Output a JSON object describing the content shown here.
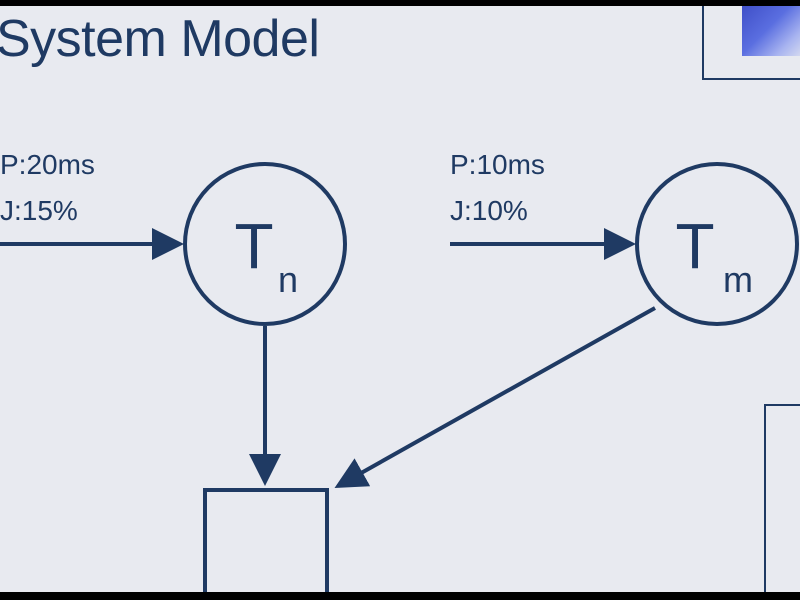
{
  "slide": {
    "title": "System Model"
  },
  "tasks": [
    {
      "name": "T",
      "subscript": "n",
      "period": "P:20ms",
      "jitter": "J:15%"
    },
    {
      "name": "T",
      "subscript": "m",
      "period": "P:10ms",
      "jitter": "J:10%"
    }
  ],
  "colors": {
    "background": "#e8eaf0",
    "ink": "#1f3a63",
    "frame": "#000000"
  }
}
